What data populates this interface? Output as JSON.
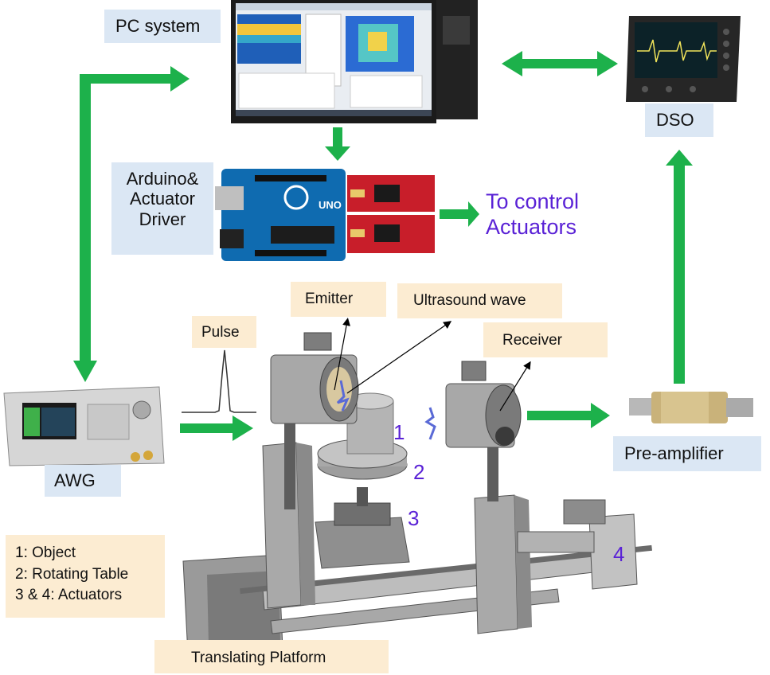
{
  "labels": {
    "pc_system": "PC system",
    "dso": "DSO",
    "arduino": [
      "Arduino&",
      "Actuator",
      "Driver"
    ],
    "control": [
      "To control",
      "Actuators"
    ],
    "emitter": "Emitter",
    "ultrasound": "Ultrasound wave",
    "pulse": "Pulse",
    "receiver": "Receiver",
    "awg": "AWG",
    "preamp": "Pre-amplifier",
    "legend": [
      "1: Object",
      "2: Rotating Table",
      "3 & 4: Actuators"
    ],
    "platform": "Translating Platform",
    "num1": "1",
    "num2": "2",
    "num3": "3",
    "num4": "4"
  },
  "colors": {
    "arrow": "#1db14b",
    "blue_box": "#dbe7f4",
    "tan_box": "#fcecd2",
    "purple_text": "#5a22d6"
  },
  "icons": [
    "pc-monitor-icon",
    "oscilloscope-icon",
    "arduino-board-icon",
    "actuator-driver-icon",
    "function-generator-icon",
    "pre-amplifier-icon",
    "pulse-waveform-icon",
    "transducer-icon",
    "translation-stage-icon"
  ]
}
